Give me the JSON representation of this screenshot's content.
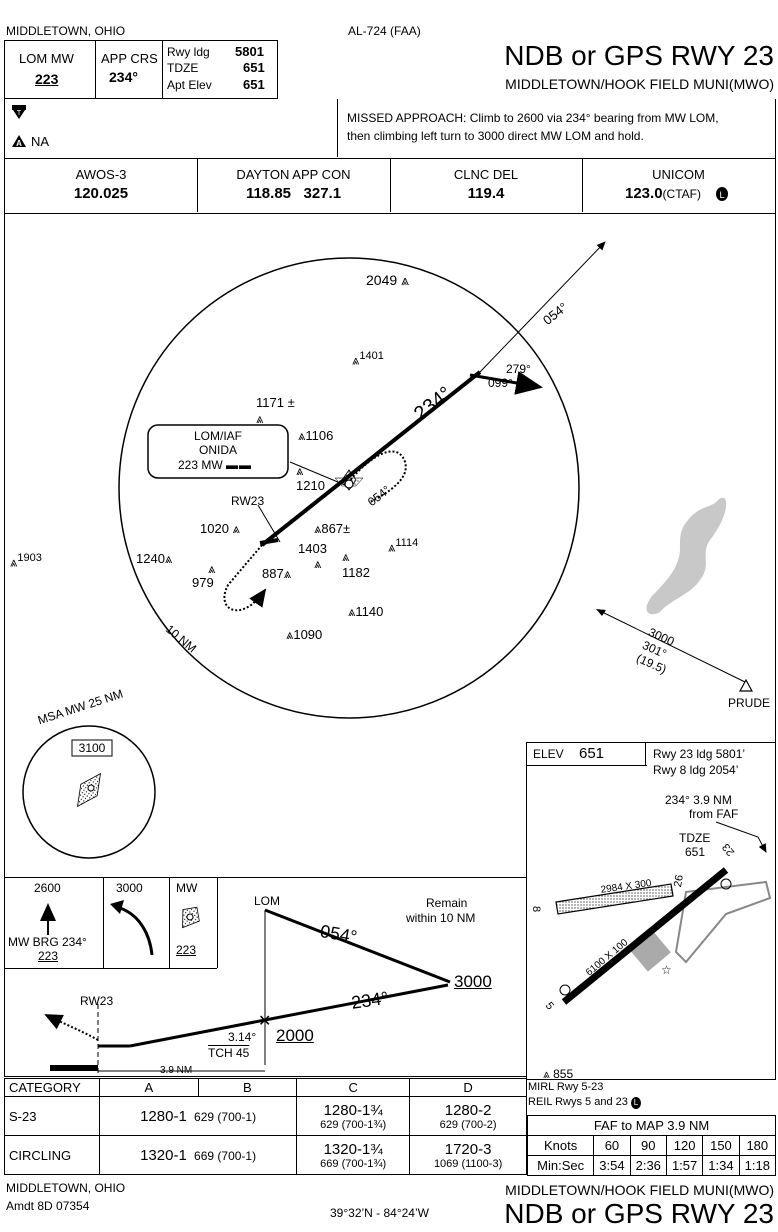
{
  "header": {
    "city_state": "MIDDLETOWN, OHIO",
    "procedure_id": "AL-724 (FAA)",
    "title": "NDB or GPS RWY 23",
    "airport": "MIDDLETOWN/HOOK FIELD MUNI(MWO)",
    "lom_label": "LOM  MW",
    "lom_freq": "223",
    "app_crs_label": "APP CRS",
    "app_crs": "234°",
    "rwy_ldg_label": "Rwy ldg",
    "rwy_ldg": "5801",
    "tdze_label": "TDZE",
    "tdze": "651",
    "apt_elev_label": "Apt Elev",
    "apt_elev": "651"
  },
  "briefing": {
    "alternate_symbol": "NA",
    "missed_approach": "MISSED APPROACH:  Climb to 2600 via 234° bearing from MW LOM,",
    "missed_approach_2": "then climbing left turn to 3000 direct MW LOM and hold."
  },
  "comms": [
    {
      "label": "AWOS-3",
      "value": "120.025"
    },
    {
      "label": "DAYTON APP CON",
      "value": "118.85   327.1"
    },
    {
      "label": "CLNC DEL",
      "value": "119.4"
    },
    {
      "label": "UNICOM",
      "value": "123.0",
      "suffix": "(CTAF)"
    }
  ],
  "planview": {
    "ring_label": "10 NM",
    "lom_box_1": "LOM/IAF",
    "lom_box_2": "ONIDA",
    "lom_box_3": "223  MW",
    "inbound_course": "234°",
    "outbound_course": "054°",
    "hold_course": "054°",
    "hold_in": "279°",
    "hold_out": "099°",
    "rw_label": "RW23",
    "obstacles": [
      "2049",
      "1401",
      "1171 ±",
      "1106",
      "1210",
      "1020",
      "867±",
      "1403",
      "1114",
      "1240",
      "979",
      "887",
      "1182",
      "1140",
      "1090",
      "1903"
    ],
    "feeder_alt": "3000",
    "feeder_crs": "301°",
    "feeder_dist": "(19.5)",
    "feeder_fix": "PRUDE",
    "msa_label": "MSA MW 25 NM",
    "msa_alt": "3100"
  },
  "profile": {
    "mini_1_alt": "2600",
    "mini_1_text": "MW BRG 234°",
    "mini_1_freq": "223",
    "mini_2_alt": "3000",
    "mini_3_label": "MW",
    "mini_3_freq": "223",
    "lom": "LOM",
    "remain": "Remain",
    "remain_2": "within 10 NM",
    "outbound": "054°",
    "inbound": "234°",
    "alt_3000": "3000",
    "alt_2000": "2000",
    "rw": "RW23",
    "gs": "3.14°",
    "tch": "TCH 45",
    "dist": "3.9 NM"
  },
  "airport_diagram": {
    "elev_label": "ELEV",
    "elev": "651",
    "rwy_info_1": "Rwy 23 ldg 5801’",
    "rwy_info_2": "Rwy 8 ldg 2054’",
    "faf_1": "234° 3.9 NM",
    "faf_2": "from FAF",
    "tdze_label": "TDZE",
    "tdze": "651",
    "rwy_a_dims": "2984 X 300",
    "rwy_b_dims": "6100 X 100",
    "rwy_26": "26",
    "rwy_8": "8",
    "rwy_23": "23",
    "rwy_5": "5",
    "obstacle": "855",
    "lighting_1": "MIRL Rwy 5-23",
    "lighting_2": "REIL Rwys 5 and 23"
  },
  "minimums": {
    "header": [
      "CATEGORY",
      "A",
      "B",
      "C",
      "D"
    ],
    "rows": [
      {
        "name": "S-23",
        "ab_main": "1280-1",
        "ab_sub": "629 (700-1)",
        "c_main": "1280-1¾",
        "c_sub": "629 (700-1¾)",
        "d_main": "1280-2",
        "d_sub": "629 (700-2)"
      },
      {
        "name": "CIRCLING",
        "ab_main": "1320-1",
        "ab_sub": "669 (700-1)",
        "c_main": "1320-1¾",
        "c_sub": "669 (700-1¾)",
        "d_main": "1720-3",
        "d_sub": "1069 (1100-3)"
      }
    ]
  },
  "timing": {
    "title": "FAF to MAP  3.9 NM",
    "knots_label": "Knots",
    "knots": [
      "60",
      "90",
      "120",
      "150",
      "180"
    ],
    "time_label": "Min:Sec",
    "times": [
      "3:54",
      "2:36",
      "1:57",
      "1:34",
      "1:18"
    ]
  },
  "footer": {
    "city_state": "MIDDLETOWN, OHIO",
    "amdt": "Amdt 8D  07354",
    "coords": "39°32’N - 84°24’W",
    "airport": "MIDDLETOWN/HOOK FIELD MUNI(MWO)",
    "title": "NDB or GPS RWY 23"
  }
}
